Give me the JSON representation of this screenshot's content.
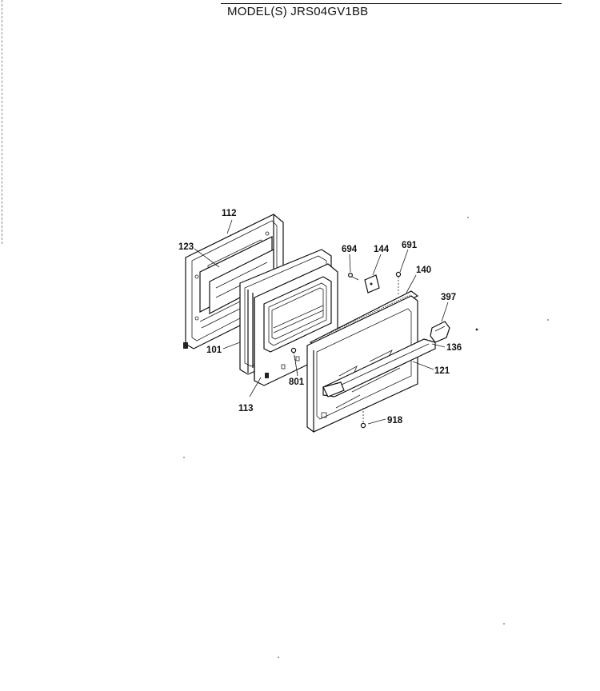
{
  "header": {
    "title": "MODEL(S) JRS04GV1BB"
  },
  "callouts": {
    "p112": "112",
    "p123": "123",
    "p101": "101",
    "p113": "113",
    "p801": "801",
    "p694": "694",
    "p144": "144",
    "p691": "691",
    "p140": "140",
    "p397": "397",
    "p136": "136",
    "p121": "121",
    "p918": "918"
  }
}
